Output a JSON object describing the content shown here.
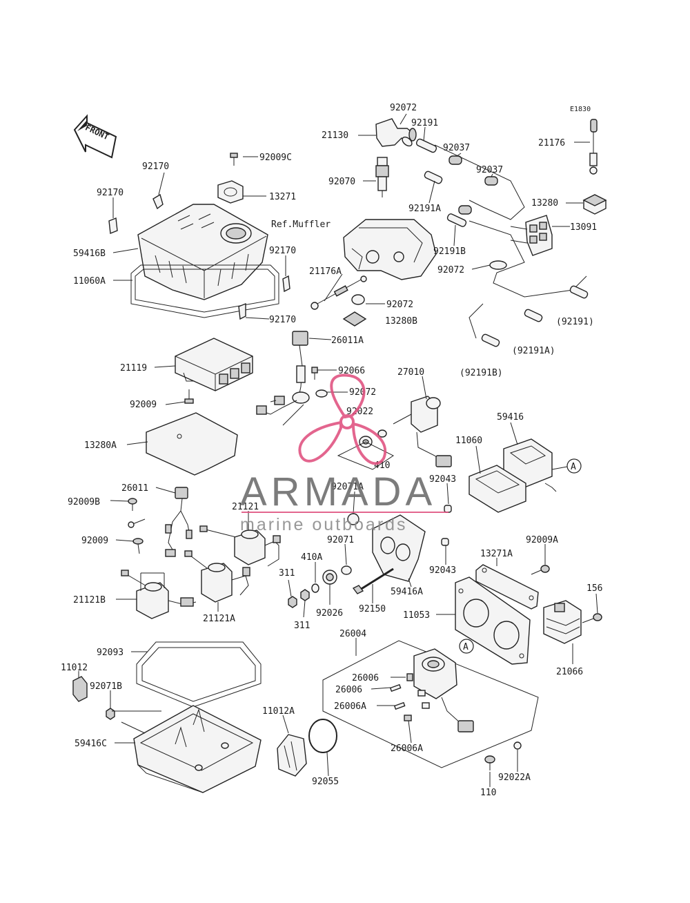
{
  "diagram": {
    "code": "E1830",
    "direction_label": "FRONT",
    "reference_label": "Ref.Muffler",
    "callout_letter": "A"
  },
  "watermark": {
    "brand": "ARMADA",
    "tagline": "marine outboards",
    "brand_color": "#6b6b6b",
    "logo_color": "#e0507f"
  },
  "labels": [
    {
      "id": "l92072a",
      "text": "92072"
    },
    {
      "id": "l21130",
      "text": "21130"
    },
    {
      "id": "l92191",
      "text": "92191"
    },
    {
      "id": "l92037a",
      "text": "92037"
    },
    {
      "id": "l92037b",
      "text": "92037"
    },
    {
      "id": "l92070",
      "text": "92070"
    },
    {
      "id": "l92191a",
      "text": "92191A"
    },
    {
      "id": "l21176",
      "text": "21176"
    },
    {
      "id": "l13280",
      "text": "13280"
    },
    {
      "id": "l13091",
      "text": "13091"
    },
    {
      "id": "l92191b",
      "text": "92191B"
    },
    {
      "id": "l92072b",
      "text": "92072"
    },
    {
      "id": "l92191p",
      "text": "(92191)"
    },
    {
      "id": "l92191ap",
      "text": "(92191A)"
    },
    {
      "id": "l92191bp",
      "text": "(92191B)"
    },
    {
      "id": "l92170a",
      "text": "92170"
    },
    {
      "id": "l92009c",
      "text": "92009C"
    },
    {
      "id": "l92170b",
      "text": "92170"
    },
    {
      "id": "l13271",
      "text": "13271"
    },
    {
      "id": "l59416b",
      "text": "59416B"
    },
    {
      "id": "l11060a",
      "text": "11060A"
    },
    {
      "id": "l92170c",
      "text": "92170"
    },
    {
      "id": "l92170d",
      "text": "92170"
    },
    {
      "id": "l21176a",
      "text": "21176A"
    },
    {
      "id": "l92072c",
      "text": "92072"
    },
    {
      "id": "l13280b",
      "text": "13280B"
    },
    {
      "id": "l26011a",
      "text": "26011A"
    },
    {
      "id": "l21119",
      "text": "21119"
    },
    {
      "id": "l92066",
      "text": "92066"
    },
    {
      "id": "l27010",
      "text": "27010"
    },
    {
      "id": "l92072d",
      "text": "92072"
    },
    {
      "id": "l92009",
      "text": "92009"
    },
    {
      "id": "l92022",
      "text": "92022"
    },
    {
      "id": "l59416",
      "text": "59416"
    },
    {
      "id": "l13280a",
      "text": "13280A"
    },
    {
      "id": "l11060",
      "text": "11060"
    },
    {
      "id": "l410",
      "text": "410"
    },
    {
      "id": "l92043a",
      "text": "92043"
    },
    {
      "id": "l26011",
      "text": "26011"
    },
    {
      "id": "l92071a",
      "text": "92071A"
    },
    {
      "id": "l92009b",
      "text": "92009B"
    },
    {
      "id": "l21121",
      "text": "21121"
    },
    {
      "id": "l92071",
      "text": "92071"
    },
    {
      "id": "l92009x",
      "text": "92009"
    },
    {
      "id": "l410a",
      "text": "410A"
    },
    {
      "id": "l92043b",
      "text": "92043"
    },
    {
      "id": "l13271a",
      "text": "13271A"
    },
    {
      "id": "l92009a",
      "text": "92009A"
    },
    {
      "id": "l311a",
      "text": "311"
    },
    {
      "id": "l59416a",
      "text": "59416A"
    },
    {
      "id": "l21121b",
      "text": "21121B"
    },
    {
      "id": "l21121a",
      "text": "21121A"
    },
    {
      "id": "l92026",
      "text": "92026"
    },
    {
      "id": "l92150",
      "text": "92150"
    },
    {
      "id": "l311b",
      "text": "311"
    },
    {
      "id": "l156",
      "text": "156"
    },
    {
      "id": "l11053",
      "text": "11053"
    },
    {
      "id": "l26004",
      "text": "26004"
    },
    {
      "id": "l92093",
      "text": "92093"
    },
    {
      "id": "l21066",
      "text": "21066"
    },
    {
      "id": "l11012",
      "text": "11012"
    },
    {
      "id": "l26006a",
      "text": "26006"
    },
    {
      "id": "l92071b",
      "text": "92071B"
    },
    {
      "id": "l26006b",
      "text": "26006"
    },
    {
      "id": "l26006c",
      "text": "26006A"
    },
    {
      "id": "l11012a",
      "text": "11012A"
    },
    {
      "id": "l59416c",
      "text": "59416C"
    },
    {
      "id": "l26006d",
      "text": "26006A"
    },
    {
      "id": "l92055",
      "text": "92055"
    },
    {
      "id": "l92022a",
      "text": "92022A"
    },
    {
      "id": "l110",
      "text": "110"
    }
  ]
}
